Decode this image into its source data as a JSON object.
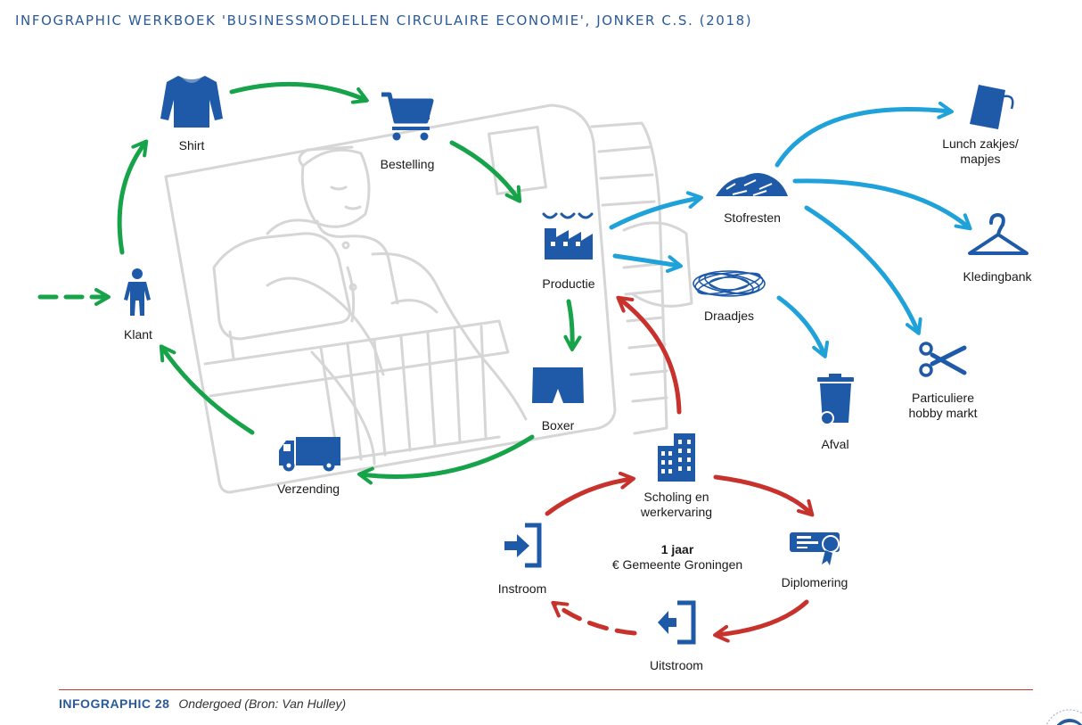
{
  "header": {
    "title": "INFOGRAPHIC WERKBOEK 'BUSINESSMODELLEN CIRCULAIRE ECONOMIE', JONKER C.S. (2018)"
  },
  "nodes": {
    "shirt": "Shirt",
    "bestelling": "Bestelling",
    "productie": "Productie",
    "boxer": "Boxer",
    "verzending": "Verzending",
    "klant": "Klant",
    "stofresten": "Stofresten",
    "draadjes": "Draadjes",
    "lunch_line1": "Lunch zakjes/",
    "lunch_line2": "mapjes",
    "kledingbank": "Kledingbank",
    "hobby_line1": "Particuliere",
    "hobby_line2": "hobby markt",
    "afval": "Afval",
    "scholing_line1": "Scholing en",
    "scholing_line2": "werkervaring",
    "diplomering": "Diplomering",
    "uitstroom": "Uitstroom",
    "instroom": "Instroom"
  },
  "center_note": {
    "line1": "1 jaar",
    "line2": "€ Gemeente Groningen"
  },
  "footer": {
    "number": "INFOGRAPHIC 28",
    "caption": "Ondergoed (Bron: Van Hulley)"
  },
  "colors": {
    "green": "#16a34a",
    "blue_light": "#1ea2d9",
    "red": "#c8322c",
    "icon_blue": "#1f5aa8",
    "sketch_gray": "#d4d4d4"
  }
}
